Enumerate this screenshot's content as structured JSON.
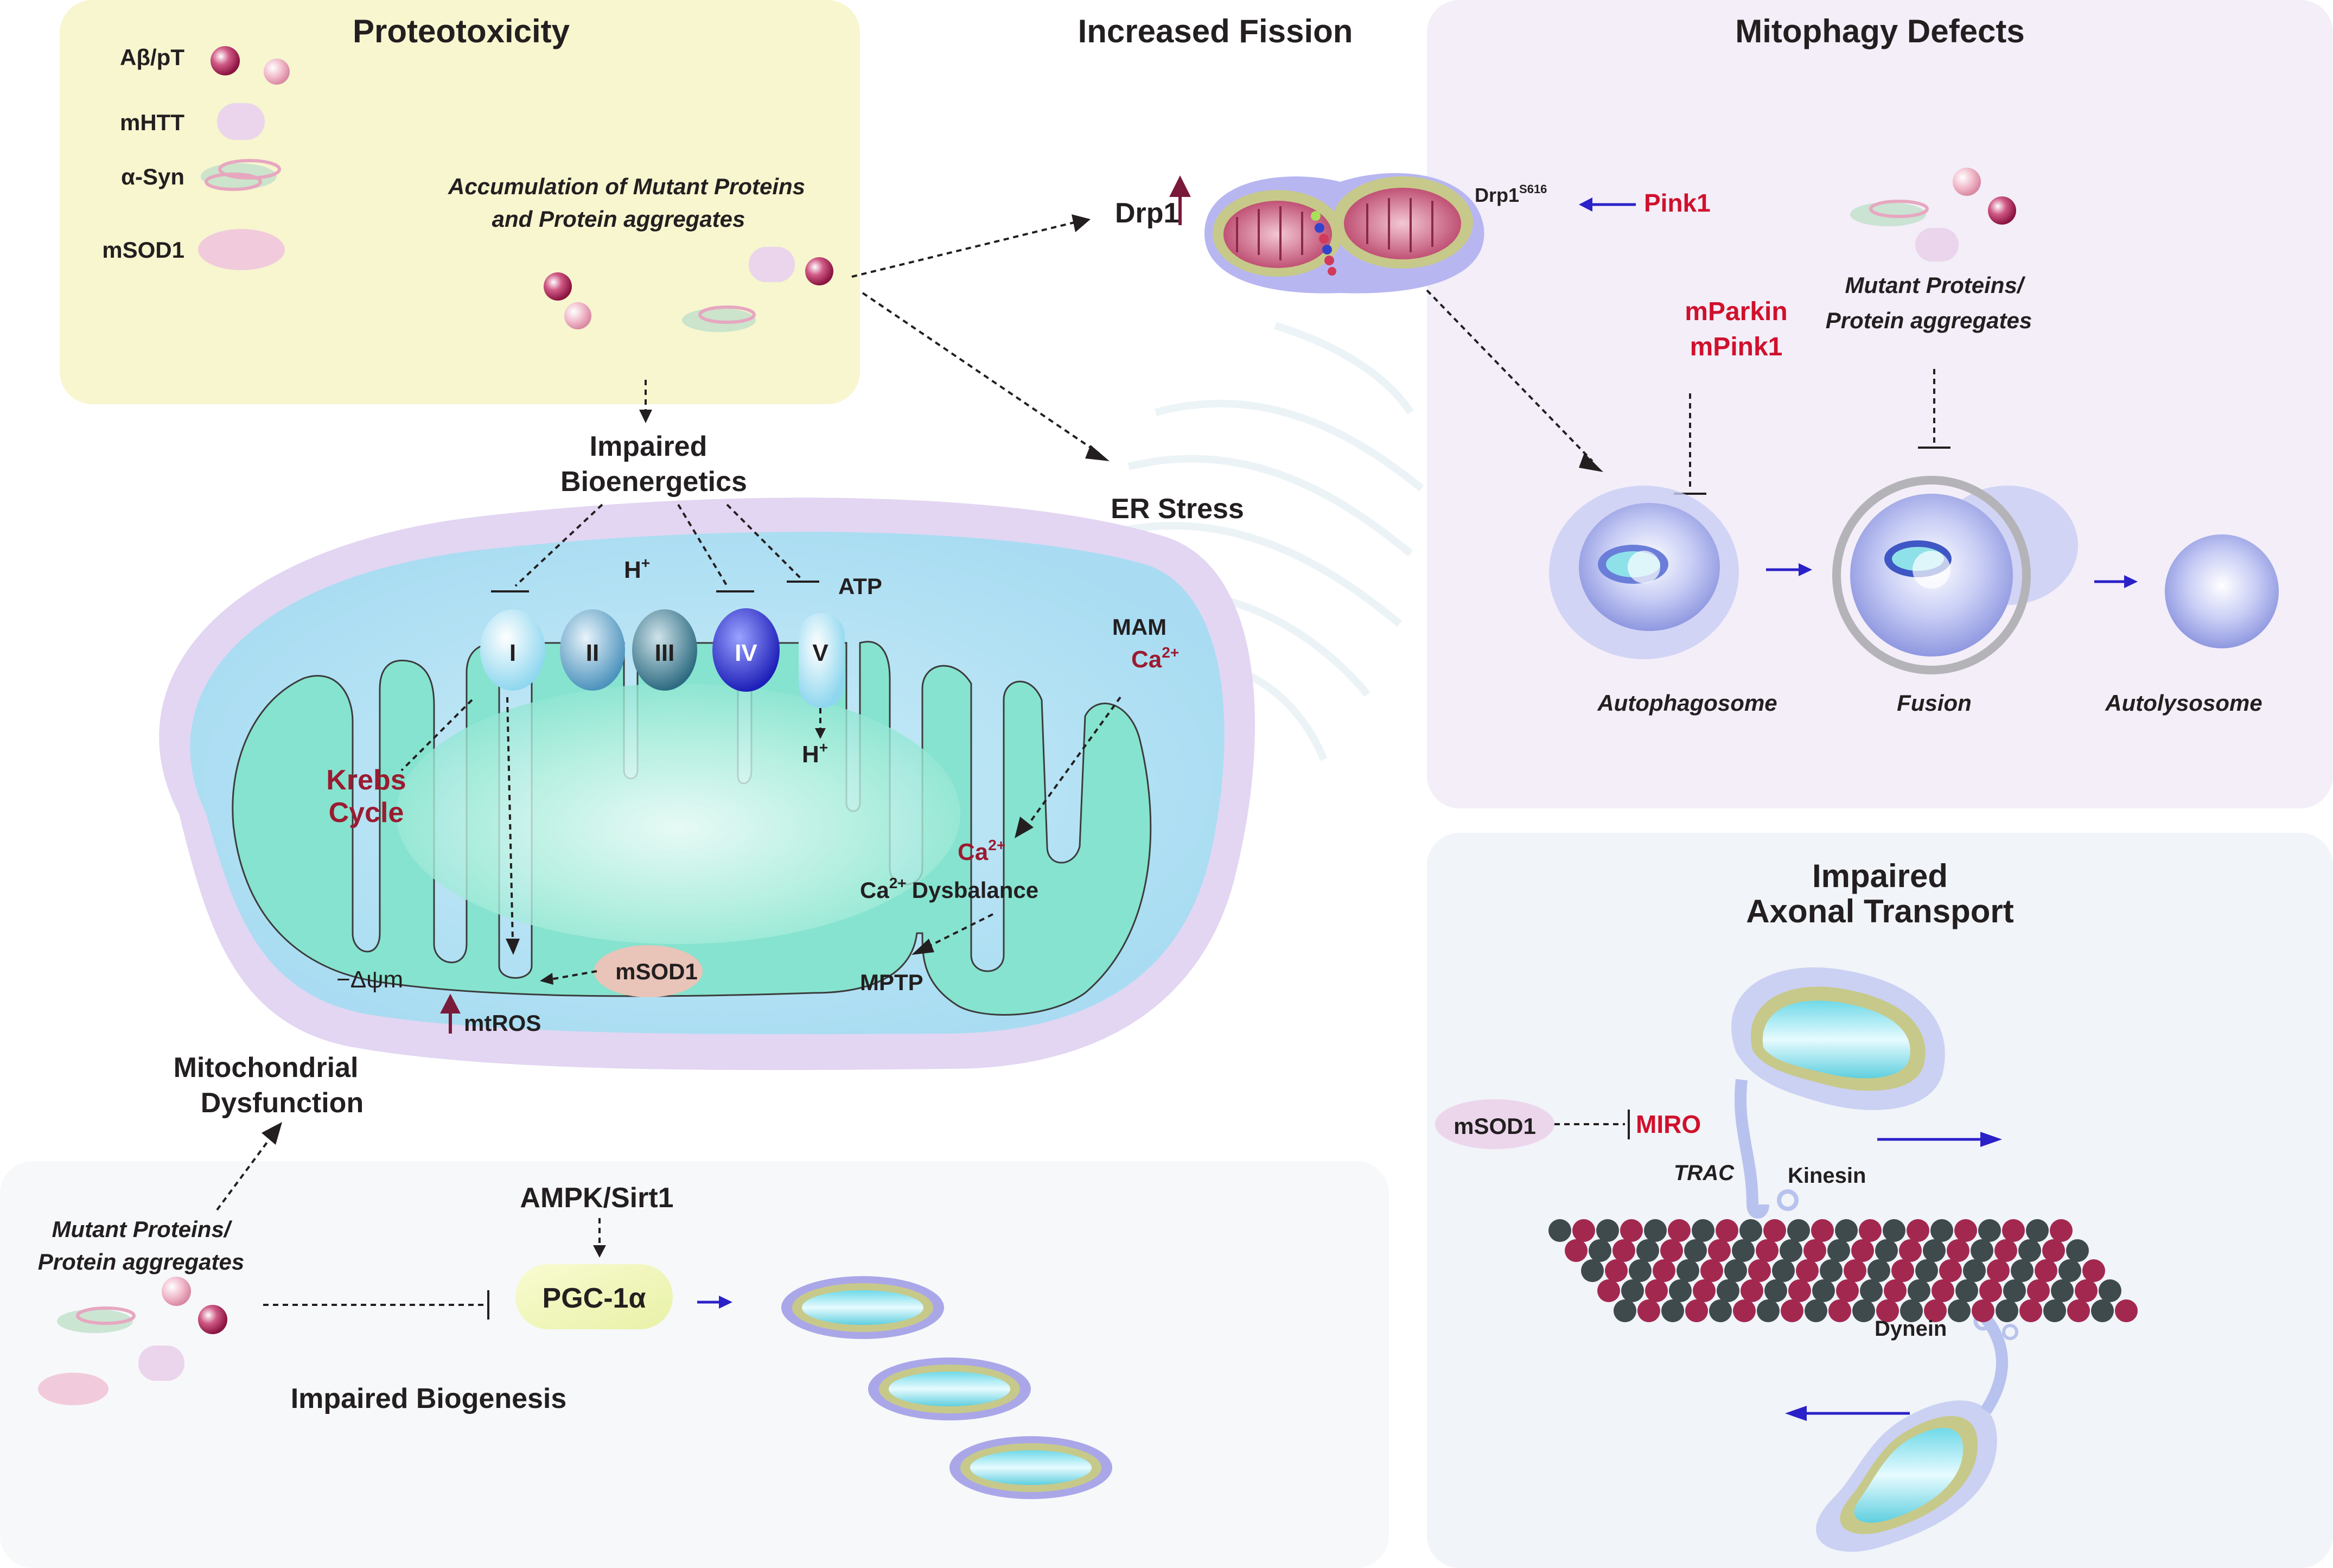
{
  "proteotoxicity": {
    "title": "Proteotoxicity",
    "legend": [
      {
        "label": "Aβ/pT",
        "icon": "pink-sphere-icon"
      },
      {
        "label": "mHTT",
        "icon": "lilac-capsule-icon"
      },
      {
        "label": "α-Syn",
        "icon": "fibril-icon"
      },
      {
        "label": "mSOD1",
        "icon": "pink-ellipse-icon"
      }
    ],
    "accumulation_line1": "Accumulation of Mutant Proteins",
    "accumulation_line2": "and Protein aggregates"
  },
  "fission": {
    "title": "Increased Fission",
    "drp1": "Drp1",
    "drp1_s616": "Drp1",
    "drp1_s616_sup": "S616",
    "pink1": "Pink1",
    "er_stress": "ER Stress"
  },
  "mitophagy": {
    "title": "Mitophagy Defects",
    "mparkin": "mParkin",
    "mpink1": "mPink1",
    "mutant_line1": "Mutant Proteins/",
    "mutant_line2": "Protein aggregates",
    "autophagosome": "Autophagosome",
    "fusion": "Fusion",
    "autolysosome": "Autolysosome"
  },
  "bioenergetics": {
    "line1": "Impaired",
    "line2": "Bioenergetics",
    "atp": "ATP",
    "h_plus_top": "H",
    "h_plus_bottom": "H",
    "plus": "+",
    "complexes": [
      "I",
      "II",
      "III",
      "IV",
      "V"
    ],
    "krebs_line1": "Krebs",
    "krebs_line2": "Cycle",
    "mam": "MAM",
    "ca": "Ca",
    "ca_sup": "2+",
    "ca_dysbalance": "Dysbalance",
    "mptp": "MPTP",
    "delta_psi": "−Δψm",
    "msod1": "mSOD1",
    "mtros": "mtROS"
  },
  "dysfunction": {
    "line1": "Mitochondrial",
    "line2": "Dysfunction"
  },
  "biogenesis": {
    "ampk": "AMPK/Sirt1",
    "pgc": "PGC-1α",
    "mutant_line1": "Mutant Proteins/",
    "mutant_line2": "Protein aggregates",
    "title": "Impaired Biogenesis"
  },
  "axonal": {
    "title_line1": "Impaired",
    "title_line2": "Axonal Transport",
    "msod1": "mSOD1",
    "miro": "MIRO",
    "trac": "TRAC",
    "kinesin": "Kinesin",
    "dynein": "Dynein"
  },
  "colors": {
    "dark_red": "#9b1b30",
    "bright_red": "#d0102c",
    "arrow_blue": "#2b21c8",
    "proteo_panel": "#f7f6cf",
    "mitophagy_panel": "#f3eef8",
    "axonal_panel": "#f1f4f8",
    "biogenesis_panel": "#f7f8fa"
  }
}
